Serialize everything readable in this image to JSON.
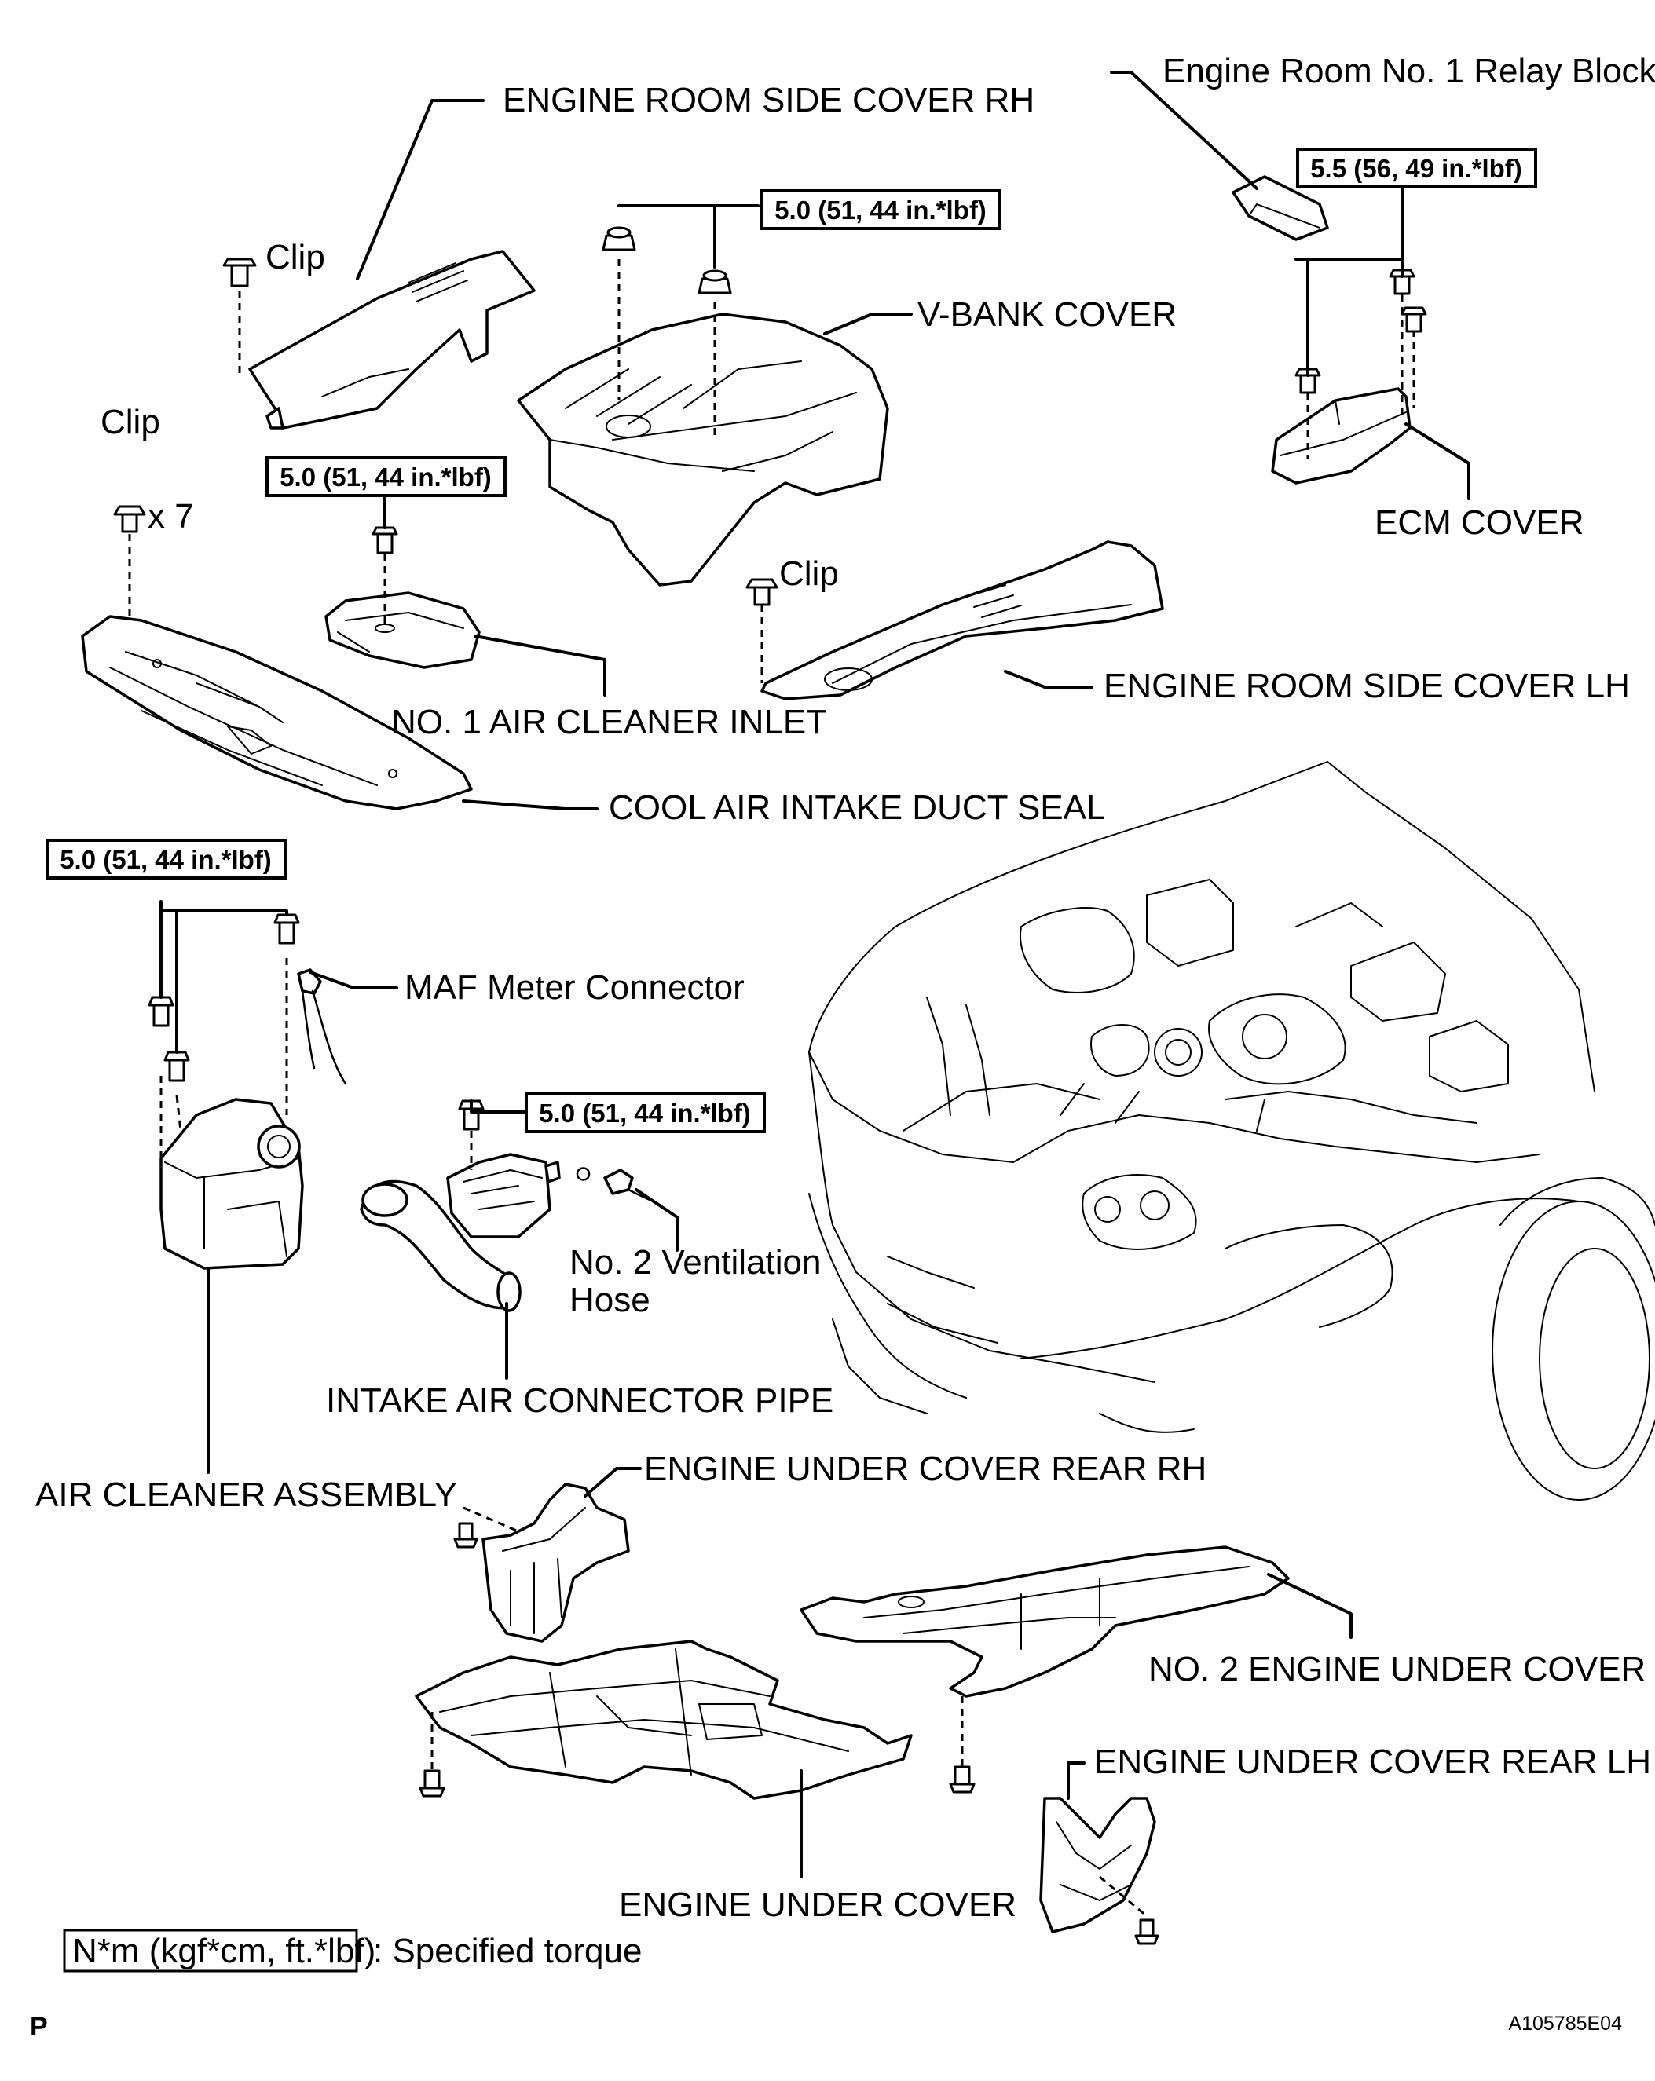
{
  "labels": {
    "engine_room_side_cover_rh": "ENGINE ROOM SIDE COVER RH",
    "relay_block": "Engine Room No. 1 Relay Block",
    "clip_1": "Clip",
    "clip_2": "Clip",
    "clip_3": "Clip",
    "clip_count": "x 7",
    "v_bank_cover": "V-BANK COVER",
    "ecm_cover": "ECM COVER",
    "engine_room_side_cover_lh": "ENGINE ROOM SIDE COVER LH",
    "no1_air_cleaner_inlet": "NO. 1 AIR CLEANER INLET",
    "cool_air_intake_duct_seal": "COOL AIR INTAKE DUCT SEAL",
    "maf_meter_connector": "MAF Meter Connector",
    "no2_ventilation_hose_line1": "No. 2 Ventilation",
    "no2_ventilation_hose_line2": "Hose",
    "intake_air_connector_pipe": "INTAKE AIR CONNECTOR PIPE",
    "air_cleaner_assembly": "AIR CLEANER ASSEMBLY",
    "engine_under_cover_rear_rh": "ENGINE UNDER COVER REAR RH",
    "no2_engine_under_cover": "NO. 2 ENGINE UNDER COVER",
    "engine_under_cover_rear_lh": "ENGINE UNDER COVER REAR LH",
    "engine_under_cover": "ENGINE UNDER COVER"
  },
  "torques": {
    "v_bank_cover": "5.0 (51, 44 in.*lbf)",
    "ecm_cover": "5.5 (56, 49 in.*lbf)",
    "air_cleaner_inlet": "5.0 (51, 44 in.*lbf)",
    "air_cleaner_assembly": "5.0 (51, 44 in.*lbf)",
    "intake_pipe": "5.0 (51, 44 in.*lbf)"
  },
  "legend": {
    "unit_box": "N*m (kgf*cm, ft.*lbf)",
    "description": ": Specified torque"
  },
  "footer": {
    "left_code": "P",
    "figure_id": "A105785E04"
  }
}
